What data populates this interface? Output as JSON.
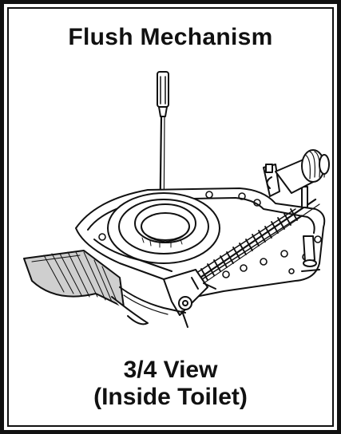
{
  "figure": {
    "title": "Flush Mechanism",
    "caption_line1": "3/4 View",
    "caption_line2": "(Inside Toilet)"
  },
  "colors": {
    "ink": "#111111",
    "paper": "#ffffff",
    "shade": "#cfcfcf"
  }
}
